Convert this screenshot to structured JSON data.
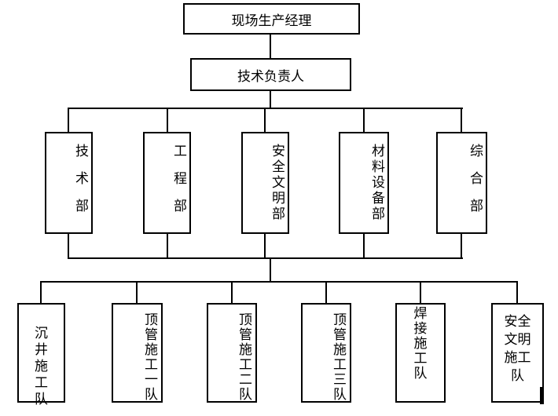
{
  "colors": {
    "background": "#ffffff",
    "line": "#000000",
    "text": "#000000"
  },
  "org_chart": {
    "manager": {
      "label": "现场生产经理"
    },
    "deputy": {
      "label": "技术负责人"
    },
    "departments": [
      {
        "label": "技术部"
      },
      {
        "label": "工程部"
      },
      {
        "label": "安全文明部"
      },
      {
        "label": "材料设备部"
      },
      {
        "label": "综合部"
      }
    ],
    "teams": [
      {
        "label": "沉井施工队"
      },
      {
        "label": "顶管施工一队"
      },
      {
        "label": "顶管施工二队"
      },
      {
        "label": "顶管施工三队"
      },
      {
        "label": "焊接施工队"
      },
      {
        "label": "安全文明施工队"
      }
    ]
  }
}
